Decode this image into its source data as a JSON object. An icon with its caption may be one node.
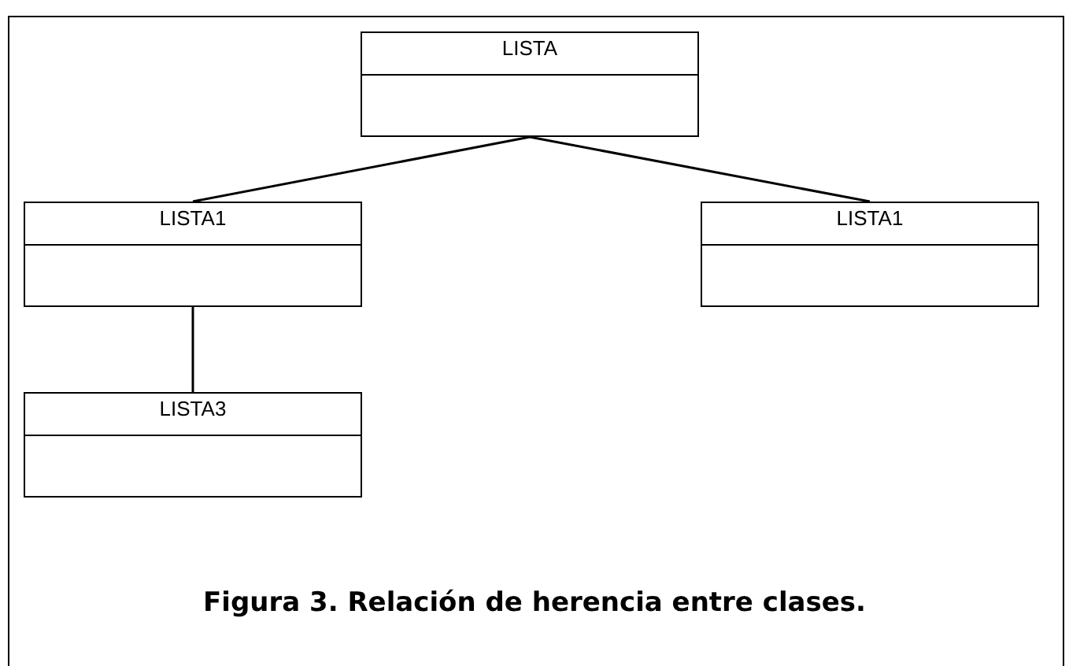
{
  "diagram": {
    "caption": "Figura 3. Relación de herencia entre clases.",
    "nodes": [
      {
        "text": [
          "LISTA"
        ]
      },
      {
        "text": [
          "LISTA1"
        ]
      },
      {
        "text": [
          "LISTA1"
        ]
      },
      {
        "text": [
          "LISTA3"
        ]
      }
    ],
    "edges": [
      {
        "from": 0,
        "to": 1,
        "arrow": "none"
      },
      {
        "from": 0,
        "to": 2,
        "arrow": "none"
      },
      {
        "from": 1,
        "to": 3,
        "arrow": "none"
      }
    ]
  }
}
